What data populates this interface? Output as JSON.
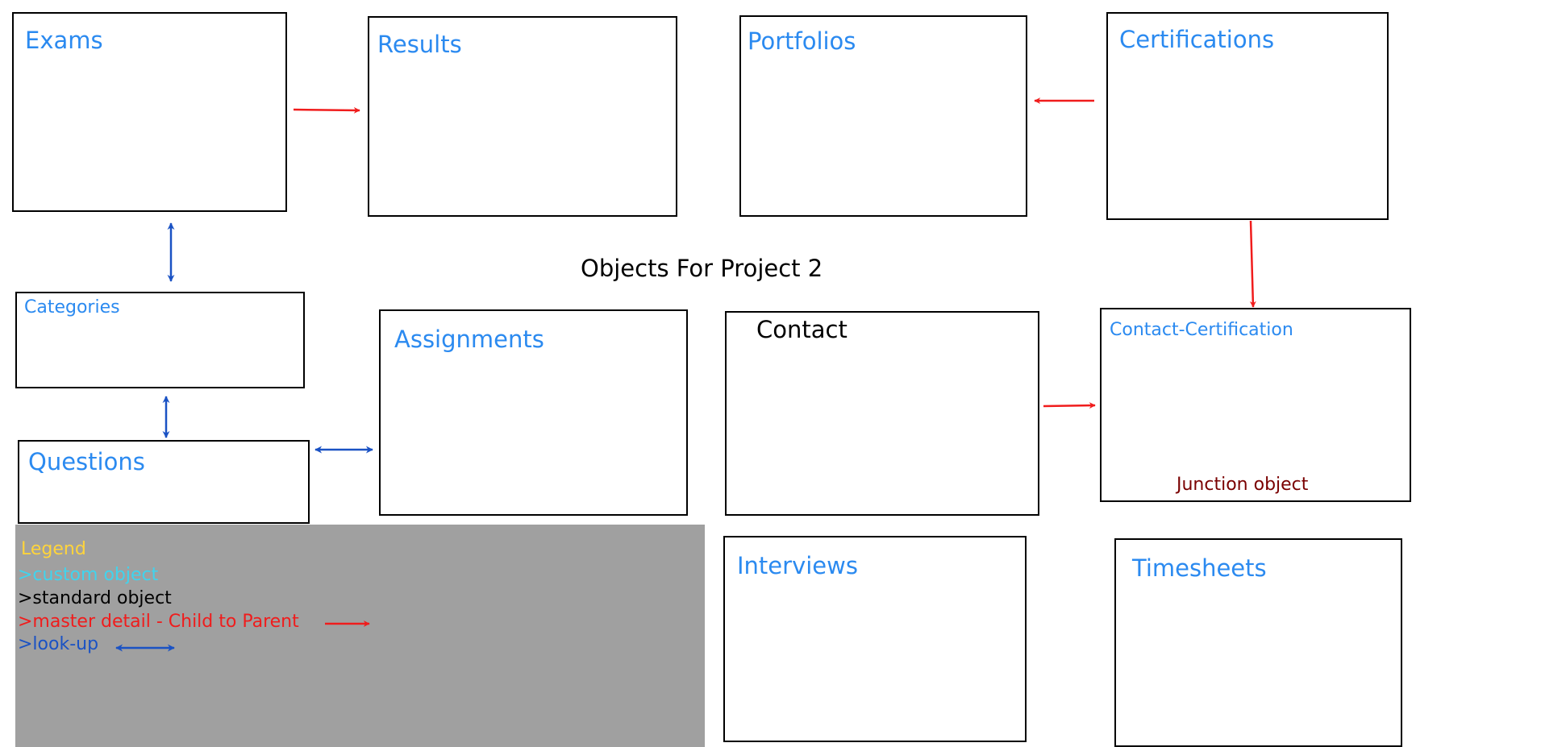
{
  "title": "Objects For Project 2",
  "objects": {
    "exams": "Exams",
    "results": "Results",
    "portfolios": "Portfolios",
    "certifications": "Certifications",
    "categories": "Categories",
    "assignments": "Assignments",
    "contact": "Contact",
    "contact_certification": "Contact-Certification",
    "questions": "Questions",
    "interviews": "Interviews",
    "timesheets": "Timesheets"
  },
  "junction_note": "Junction object",
  "legend": {
    "title": "Legend",
    "custom": ">custom object",
    "standard": ">standard object",
    "master_detail": ">master detail - Child to Parent",
    "lookup": ">look-up"
  },
  "colors": {
    "custom_object": "#2b8af0",
    "standard_object": "#000000",
    "master_detail": "#f01c1c",
    "lookup": "#1a52c4",
    "legend_title": "#ffd43b",
    "legend_custom": "#3fd4ee",
    "legend_background": "#a0a0a0"
  }
}
